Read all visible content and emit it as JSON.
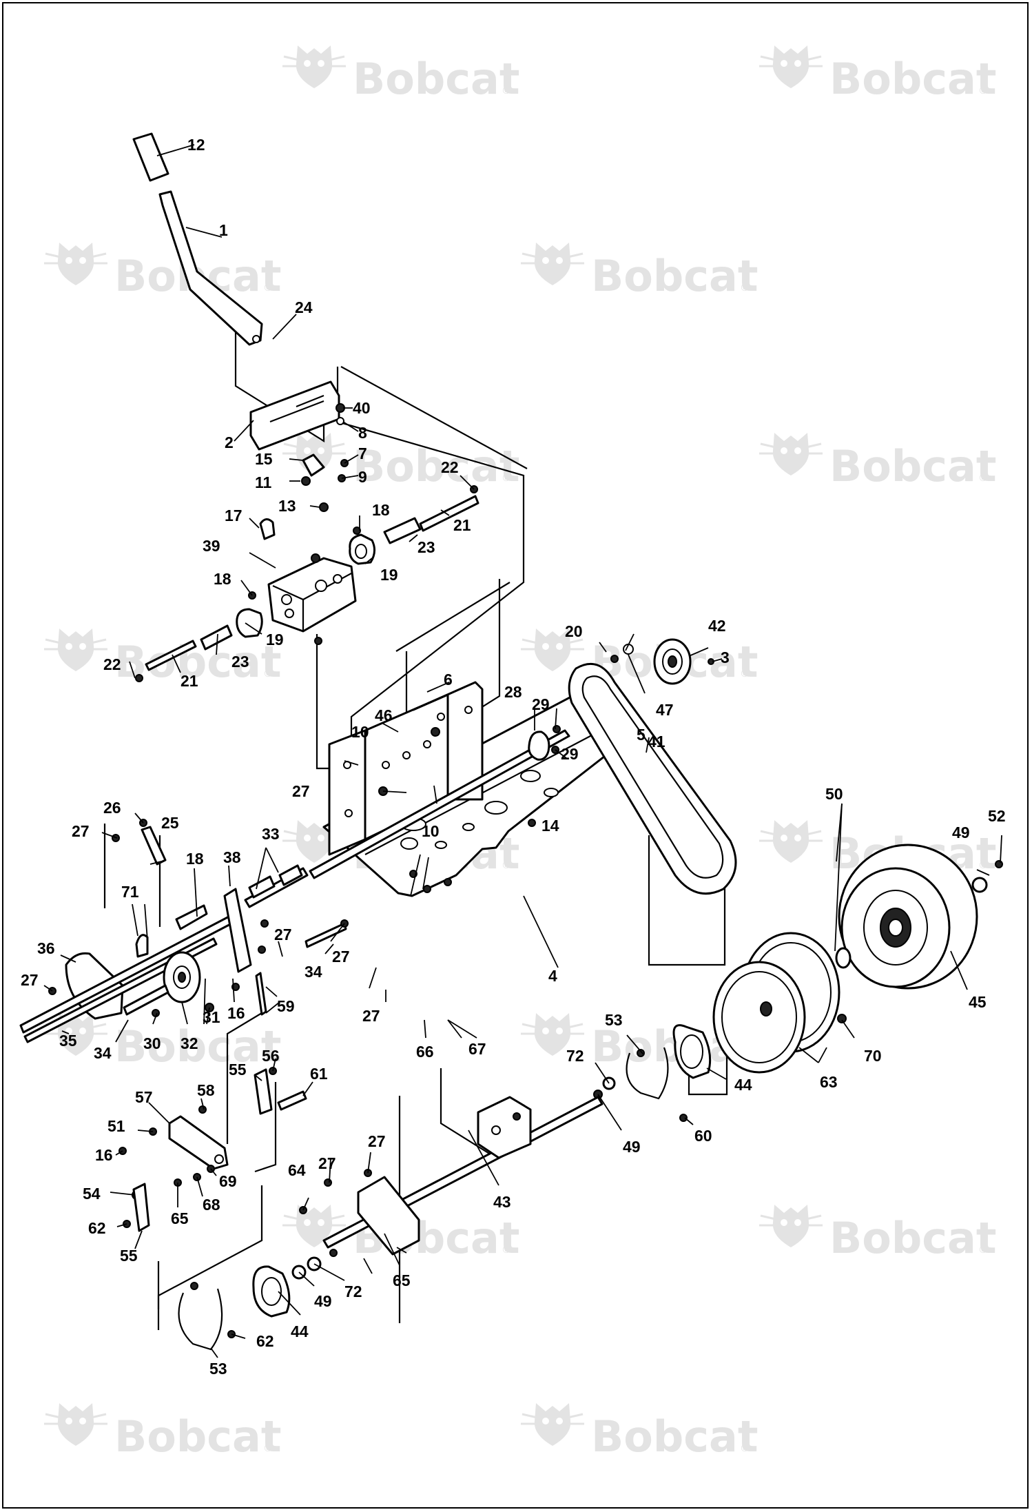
{
  "watermark": {
    "brand": "Bobcat",
    "mark": "®",
    "icon": "bobcat-head-logo"
  },
  "callouts": [
    "1",
    "2",
    "3",
    "4",
    "5",
    "6",
    "7",
    "8",
    "9",
    "10",
    "11",
    "12",
    "13",
    "14",
    "15",
    "16",
    "17",
    "18",
    "19",
    "20",
    "21",
    "22",
    "23",
    "24",
    "25",
    "26",
    "27",
    "28",
    "29",
    "30",
    "31",
    "32",
    "33",
    "34",
    "35",
    "36",
    "38",
    "39",
    "40",
    "41",
    "42",
    "43",
    "44",
    "45",
    "46",
    "47",
    "49",
    "50",
    "51",
    "52",
    "53",
    "54",
    "55",
    "56",
    "57",
    "58",
    "59",
    "60",
    "61",
    "62",
    "63",
    "64",
    "65",
    "66",
    "67",
    "68",
    "69",
    "70",
    "71",
    "72"
  ]
}
